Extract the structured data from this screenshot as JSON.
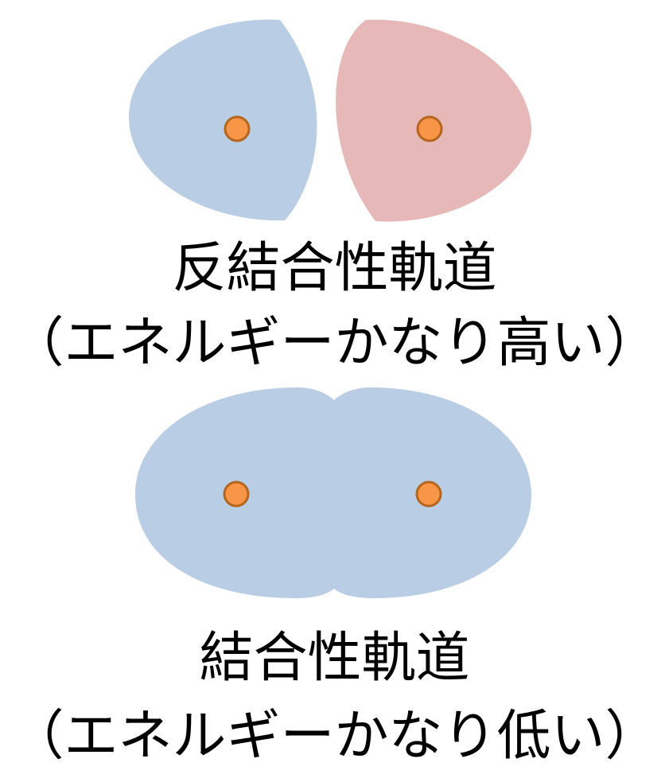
{
  "colors": {
    "lobe_blue": "#b9cde4",
    "lobe_red": "#e6b8b7",
    "nucleus_fill": "#f79646",
    "nucleus_stroke": "#b5651d"
  },
  "antibonding": {
    "title": "反結合性軌道",
    "energy": "（エネルギーかなり高い）"
  },
  "bonding": {
    "title": "結合性軌道",
    "energy": "（エネルギーかなり低い）"
  }
}
